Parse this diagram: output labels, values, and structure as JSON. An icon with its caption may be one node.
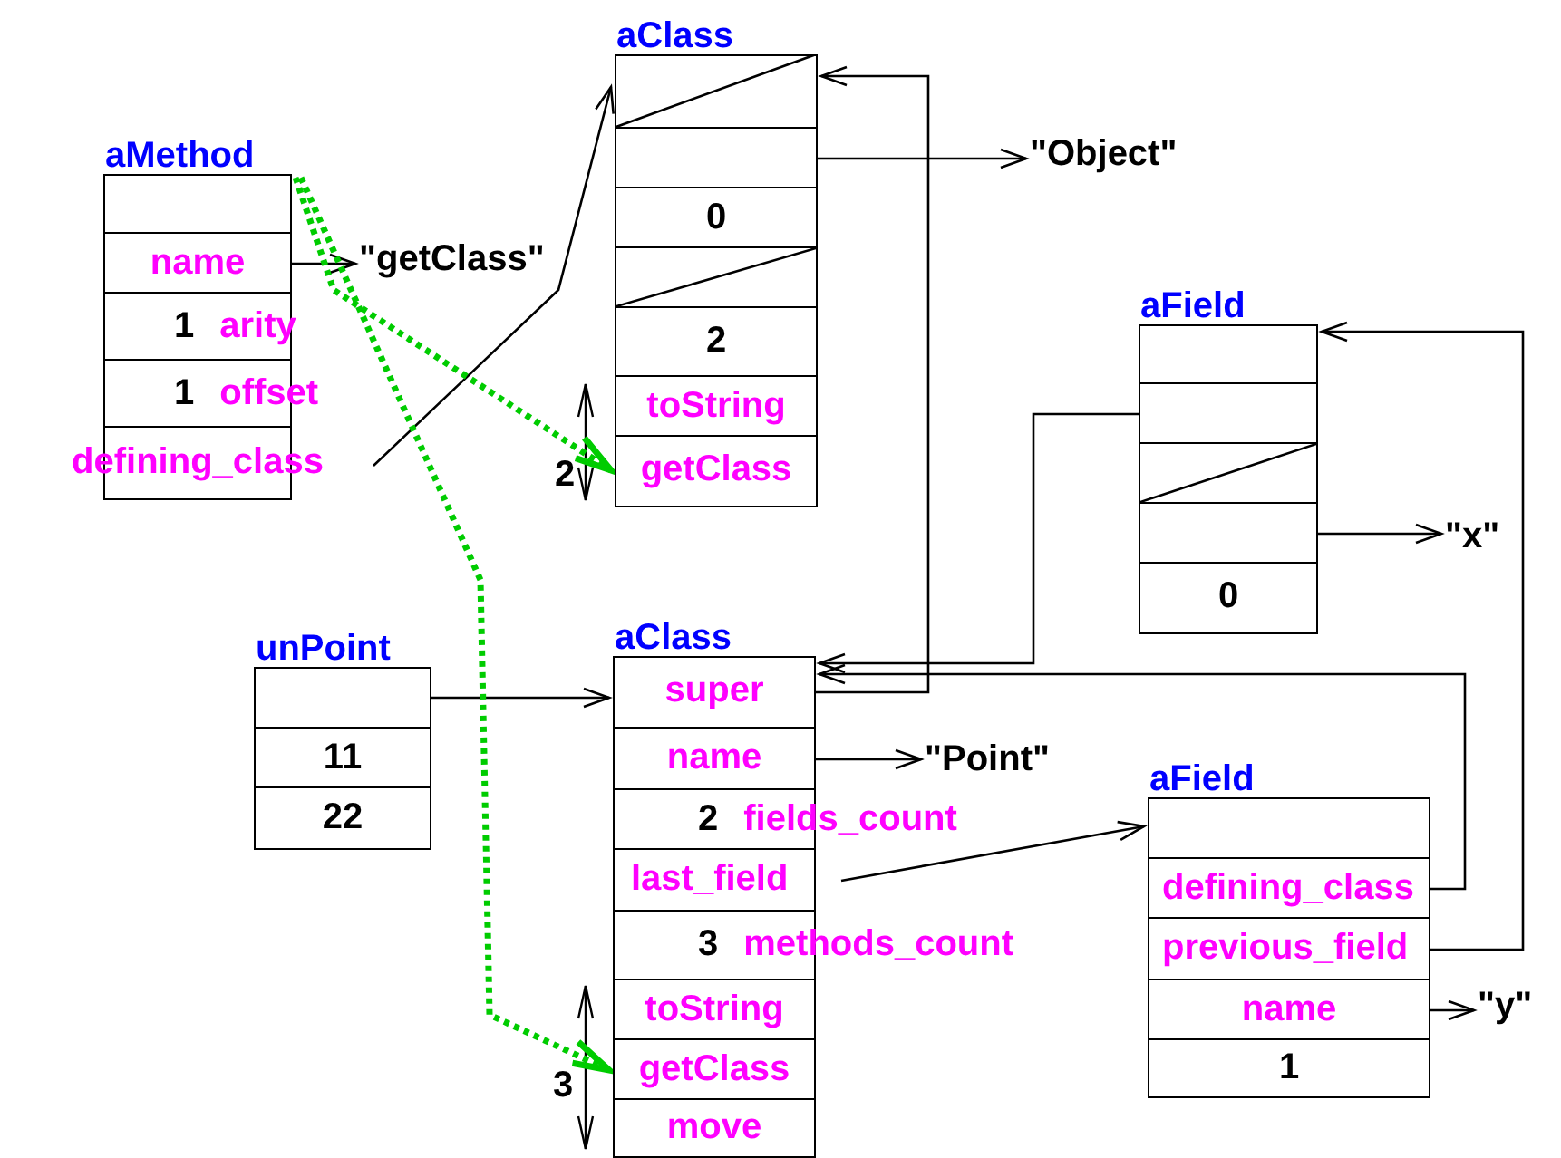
{
  "diagram": {
    "nodes": [
      {
        "text": [
          "aMethod"
        ]
      },
      {
        "text": [],
        "shape": "box",
        "in": 0
      },
      {
        "text": [
          "name"
        ],
        "in": 0
      },
      {
        "text": [
          "1",
          "arity"
        ],
        "in": 0
      },
      {
        "text": [
          "1",
          "offset"
        ],
        "in": 0
      },
      {
        "text": [
          "defining_class"
        ],
        "in": 0
      },
      {
        "text": [
          "\"getClass\""
        ]
      },
      {
        "text": [
          "aClass"
        ]
      },
      {
        "text": [],
        "shape": "slashed",
        "in": 7
      },
      {
        "text": [],
        "shape": "box",
        "in": 7
      },
      {
        "text": [
          "0"
        ],
        "in": 7
      },
      {
        "text": [],
        "shape": "slashed",
        "in": 7
      },
      {
        "text": [
          "2"
        ],
        "in": 7
      },
      {
        "text": [
          "toString"
        ],
        "in": 7
      },
      {
        "text": [
          "getClass"
        ],
        "in": 7
      },
      {
        "text": [
          "\"Object\""
        ]
      },
      {
        "text": [
          "aField"
        ]
      },
      {
        "text": [],
        "shape": "box",
        "in": 16
      },
      {
        "text": [],
        "shape": "box",
        "in": 16
      },
      {
        "text": [],
        "shape": "slashed",
        "in": 16
      },
      {
        "text": [],
        "shape": "box",
        "in": 16
      },
      {
        "text": [
          "0"
        ],
        "in": 16
      },
      {
        "text": [
          "\"x\""
        ]
      },
      {
        "text": [
          "unPoint"
        ]
      },
      {
        "text": [],
        "shape": "box",
        "in": 23
      },
      {
        "text": [
          "11"
        ],
        "in": 23
      },
      {
        "text": [
          "22"
        ],
        "in": 23
      },
      {
        "text": [
          "aClass"
        ]
      },
      {
        "text": [
          "super"
        ],
        "in": 27
      },
      {
        "text": [
          "name"
        ],
        "in": 27
      },
      {
        "text": [
          "2",
          "fields_count"
        ],
        "in": 27
      },
      {
        "text": [
          "last_field"
        ],
        "in": 27
      },
      {
        "text": [
          "3",
          "methods_count"
        ],
        "in": 27
      },
      {
        "text": [
          "toString"
        ],
        "in": 27
      },
      {
        "text": [
          "getClass"
        ],
        "in": 27
      },
      {
        "text": [
          "move"
        ],
        "in": 27
      },
      {
        "text": [
          "\"Point\""
        ]
      },
      {
        "text": [
          "aField"
        ]
      },
      {
        "text": [],
        "shape": "box",
        "in": 37
      },
      {
        "text": [
          "defining_class"
        ],
        "in": 37
      },
      {
        "text": [
          "previous_field"
        ],
        "in": 37
      },
      {
        "text": [
          "name"
        ],
        "in": 37
      },
      {
        "text": [
          "1"
        ],
        "in": 37
      },
      {
        "text": [
          "\"y\""
        ]
      }
    ],
    "edges": [
      {
        "from": 2,
        "to": 6,
        "arrow": "to"
      },
      {
        "from": 5,
        "to": 7,
        "arrow": "to"
      },
      {
        "from": 9,
        "to": 15,
        "arrow": "to"
      },
      {
        "from": 28,
        "to": 7,
        "arrow": "to"
      },
      {
        "from": 18,
        "to": 27,
        "arrow": "to"
      },
      {
        "from": 39,
        "to": 27,
        "arrow": "to"
      },
      {
        "from": 40,
        "to": 16,
        "arrow": "to"
      },
      {
        "from": 20,
        "to": 22,
        "arrow": "to"
      },
      {
        "from": 24,
        "to": 27,
        "arrow": "to"
      },
      {
        "from": 29,
        "to": 36,
        "arrow": "to"
      },
      {
        "from": 31,
        "to": 37,
        "arrow": "to"
      },
      {
        "from": 41,
        "to": 43,
        "arrow": "to"
      },
      {
        "from": 0,
        "to": 14,
        "arrow": "to",
        "style": "dashed",
        "color": "#00cc00"
      },
      {
        "from": 0,
        "to": 34,
        "arrow": "to",
        "style": "dashed",
        "color": "#00cc00"
      }
    ],
    "labels": [
      "2",
      "3"
    ]
  }
}
